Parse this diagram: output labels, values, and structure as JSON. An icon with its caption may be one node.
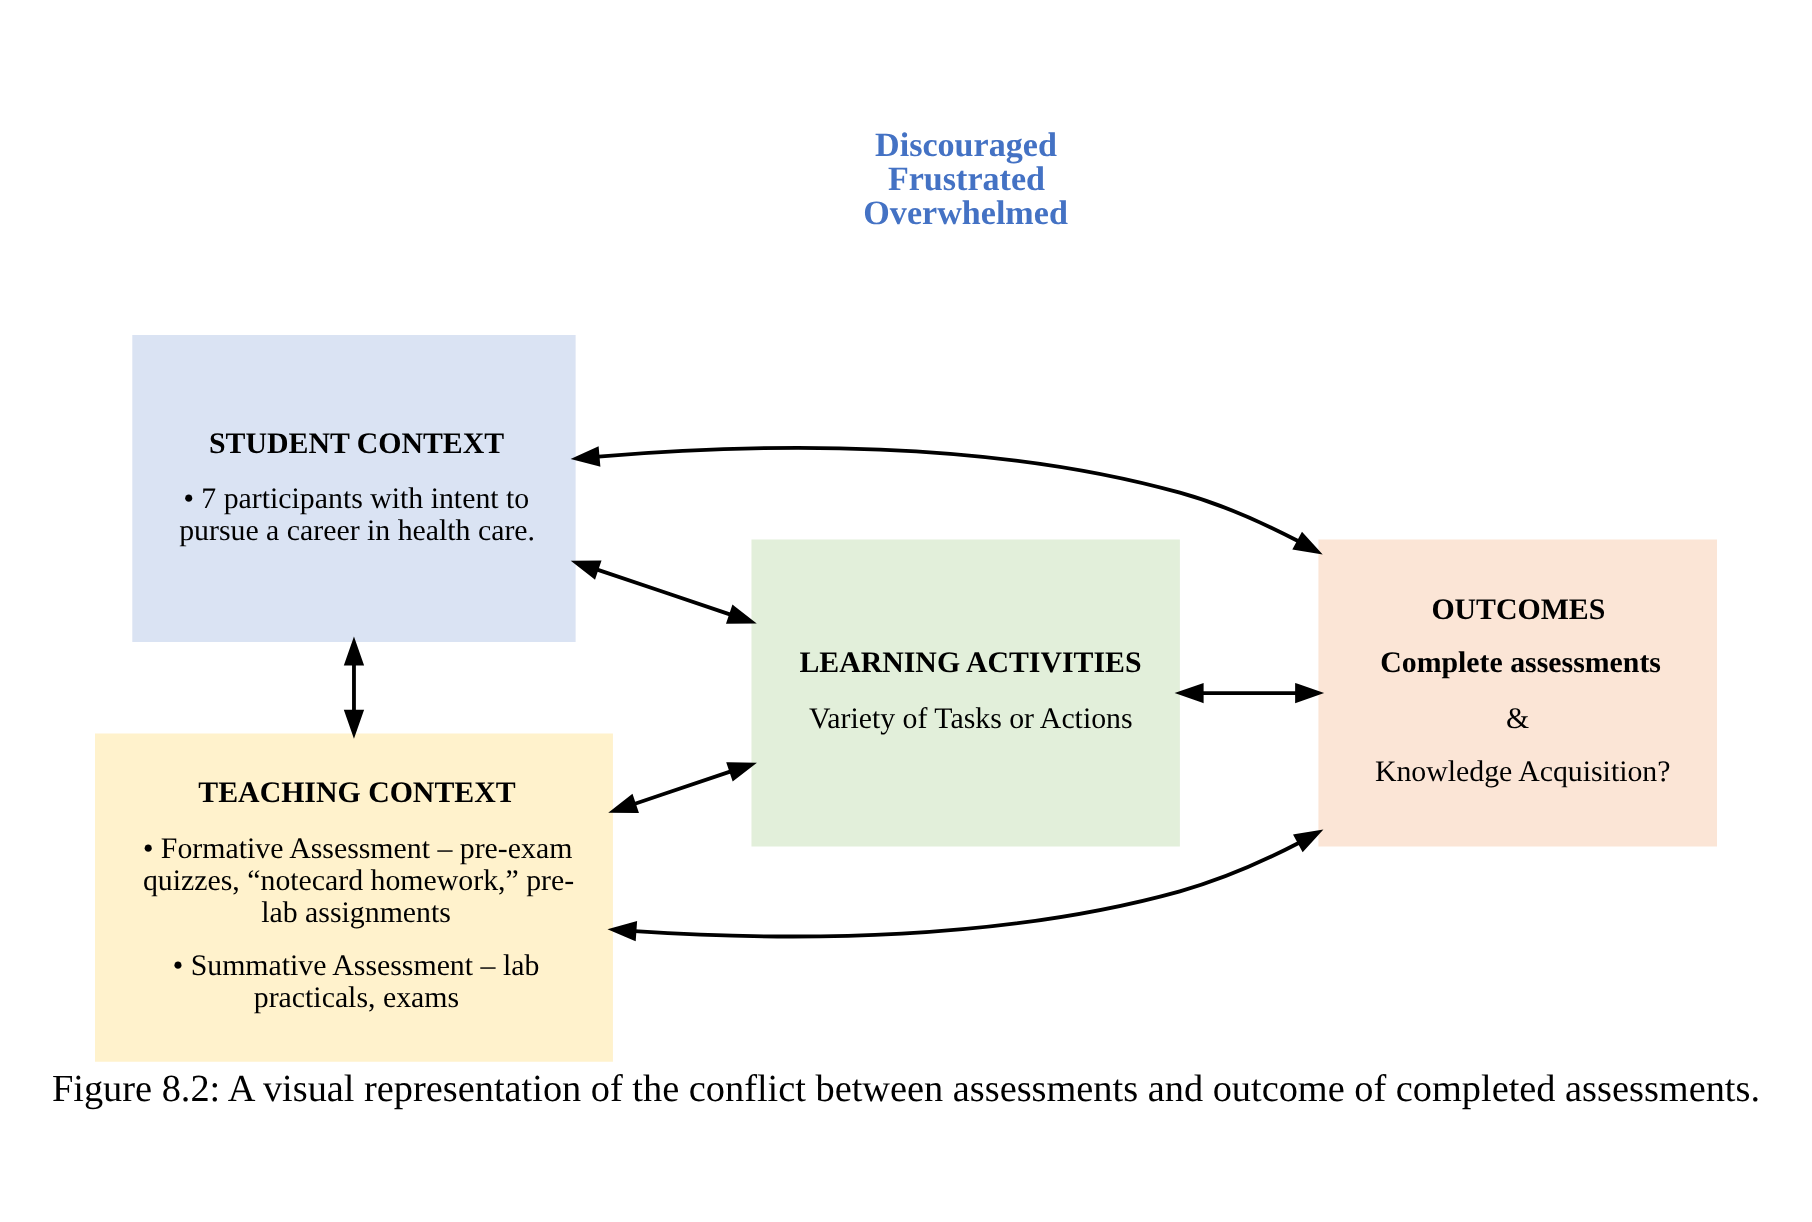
{
  "diagram": {
    "caption": "Figure 8.2: A visual representation of the conflict between assessments and outcome of completed assessments.",
    "nodes": [
      {
        "text": [
          "STUDENT CONTEXT",
          "• 7 participants with intent to pursue a career in health care."
        ]
      },
      {
        "text": [
          "LEARNING ACTIVITIES",
          "Variety of Tasks or Actions"
        ]
      },
      {
        "text": [
          "OUTCOMES",
          "Complete assessments",
          "&",
          "Knowledge Acquisition?"
        ]
      },
      {
        "text": [
          "TEACHING CONTEXT",
          "• Formative Assessment – pre-exam quizzes, “notecard homework,” pre-lab assignments",
          "• Summative Assessment – lab practicals, exams"
        ]
      }
    ],
    "edges": [
      {
        "from": 0,
        "to": 2,
        "arrow": "both"
      },
      {
        "from": 0,
        "to": 1,
        "arrow": "both"
      },
      {
        "from": 0,
        "to": 3,
        "arrow": "both"
      },
      {
        "from": 3,
        "to": 1,
        "arrow": "both"
      },
      {
        "from": 1,
        "to": 2,
        "arrow": "both"
      },
      {
        "from": 3,
        "to": 2,
        "arrow": "both"
      }
    ],
    "labels": [
      "Discouraged Frustrated Overwhelmed"
    ]
  }
}
